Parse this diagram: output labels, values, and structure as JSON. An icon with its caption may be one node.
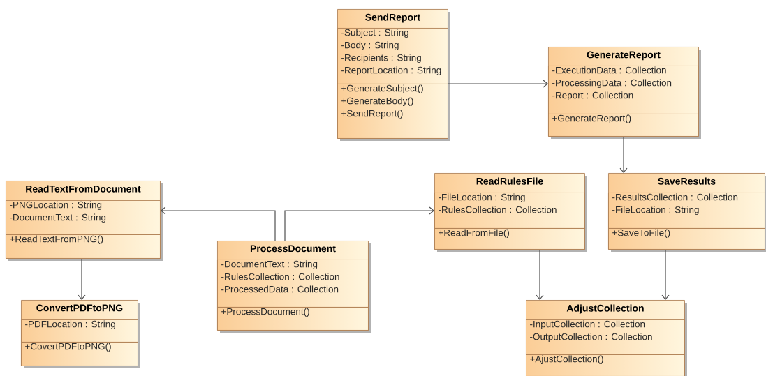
{
  "diagram": {
    "nodes": [
      {
        "text": [
          "SendReport"
        ]
      },
      {
        "text": [
          "-Subject : String",
          "-Body : String",
          "-Recipients : String",
          "-ReportLocation : String"
        ],
        "in": 0
      },
      {
        "text": [
          "+GenerateSubject()",
          "+GenerateBody()",
          "+SendReport()"
        ],
        "in": 0
      },
      {
        "text": [
          "GenerateReport"
        ]
      },
      {
        "text": [
          "-ExecutionData : Collection",
          "-ProcessingData : Collection",
          "-Report : Collection"
        ],
        "in": 3
      },
      {
        "text": [
          "+GenerateReport()"
        ],
        "in": 3
      },
      {
        "text": [
          "ReadTextFromDocument"
        ]
      },
      {
        "text": [
          "-PNGLocation : String",
          "-DocumentText : String"
        ],
        "in": 6
      },
      {
        "text": [
          "+ReadTextFromPNG()"
        ],
        "in": 6
      },
      {
        "text": [
          "ReadRulesFile"
        ]
      },
      {
        "text": [
          "-FileLocation : String",
          "-RulesCollection : Collection"
        ],
        "in": 9
      },
      {
        "text": [
          "+ReadFromFile()"
        ],
        "in": 9
      },
      {
        "text": [
          "SaveResults"
        ]
      },
      {
        "text": [
          "-ResultsCollection : Collection",
          "-FileLocation : String"
        ],
        "in": 12
      },
      {
        "text": [
          "+SaveToFile()"
        ],
        "in": 12
      },
      {
        "text": [
          "ProcessDocument"
        ]
      },
      {
        "text": [
          "-DocumentText : String",
          "-RulesCollection : Collection",
          "-ProcessedData : Collection"
        ],
        "in": 15
      },
      {
        "text": [
          "+ProcessDocument()"
        ],
        "in": 15
      },
      {
        "text": [
          "ConvertPDFtoPNG"
        ]
      },
      {
        "text": [
          "-PDFLocation : String"
        ],
        "in": 18
      },
      {
        "text": [
          "+CovertPDFtoPNG()"
        ],
        "in": 18
      },
      {
        "text": [
          "AdjustCollection"
        ]
      },
      {
        "text": [
          "-InputCollection : Collection",
          "-OutputCollection : Collection"
        ],
        "in": 21
      },
      {
        "text": [
          "+AjustCollection()"
        ],
        "in": 21
      }
    ],
    "edges": [
      {
        "from": 0,
        "to": 3,
        "arrow": "to"
      },
      {
        "from": 3,
        "to": 12,
        "arrow": "to"
      },
      {
        "from": 15,
        "to": 6,
        "arrow": "to"
      },
      {
        "from": 15,
        "to": 9,
        "arrow": "to"
      },
      {
        "from": 6,
        "to": 18,
        "arrow": "to"
      },
      {
        "from": 9,
        "to": 21,
        "arrow": "to"
      },
      {
        "from": 12,
        "to": 21,
        "arrow": "to"
      }
    ]
  }
}
